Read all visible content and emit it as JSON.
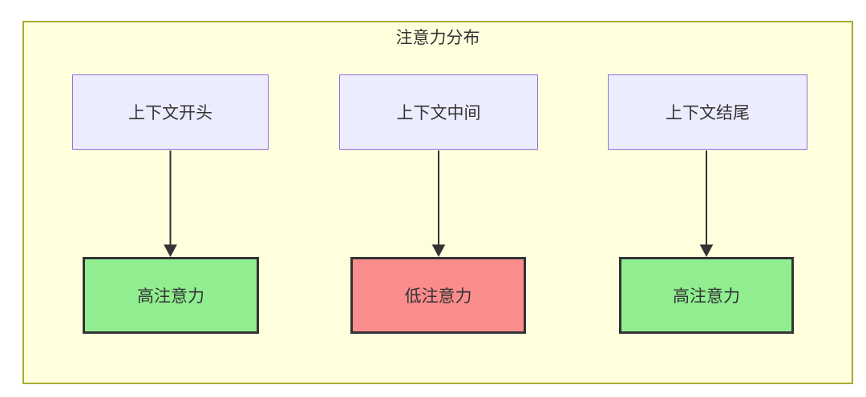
{
  "diagram": {
    "title": "注意力分布",
    "nodes": {
      "top": [
        {
          "id": "ctx-start",
          "label": "上下文开头"
        },
        {
          "id": "ctx-mid",
          "label": "上下文中间"
        },
        {
          "id": "ctx-end",
          "label": "上下文结尾"
        }
      ],
      "bottom": [
        {
          "id": "res-high1",
          "label": "高注意力",
          "level": "high"
        },
        {
          "id": "res-low",
          "label": "低注意力",
          "level": "low"
        },
        {
          "id": "res-high2",
          "label": "高注意力",
          "level": "high"
        }
      ]
    },
    "edges": [
      {
        "from": "ctx-start",
        "to": "res-high1"
      },
      {
        "from": "ctx-mid",
        "to": "res-low"
      },
      {
        "from": "ctx-end",
        "to": "res-high2"
      }
    ],
    "colors": {
      "canvas_fill": "#FFFFDE",
      "canvas_border": "#AAAA33",
      "top_node_fill": "#ECECFF",
      "top_node_border": "#9370DB",
      "high_fill": "#90EE90",
      "low_fill": "#FA8C8C",
      "node_border_dark": "#333333",
      "text": "#333333",
      "arrow": "#333333"
    }
  }
}
